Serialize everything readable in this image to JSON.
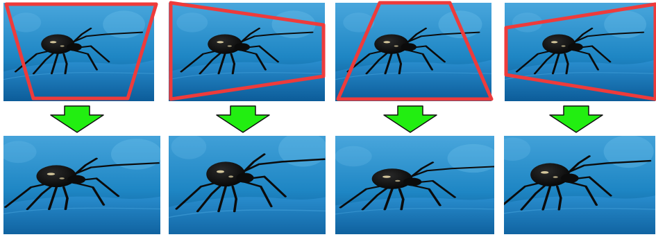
{
  "figure": {
    "description_visible_text": "",
    "columns": [
      {
        "id": "col-1",
        "crop_shape": "trapezoid-narrow-bottom"
      },
      {
        "id": "col-2",
        "crop_shape": "trapezoid-narrow-right"
      },
      {
        "id": "col-3",
        "crop_shape": "trapezoid-narrow-top"
      },
      {
        "id": "col-4",
        "crop_shape": "trapezoid-narrow-left"
      }
    ]
  },
  "colors": {
    "background": "#ffffff",
    "photo_light": "#49a6dc",
    "photo_mid": "#1e86c4",
    "photo_dark": "#0b4f87",
    "surface": "#1f76b5",
    "spider_body": "#0b0b0b",
    "highlight": "#e8d8a8",
    "crop_outline": "#ee3b3b",
    "arrow_fill": "#22ee11",
    "arrow_stroke": "#111111"
  }
}
